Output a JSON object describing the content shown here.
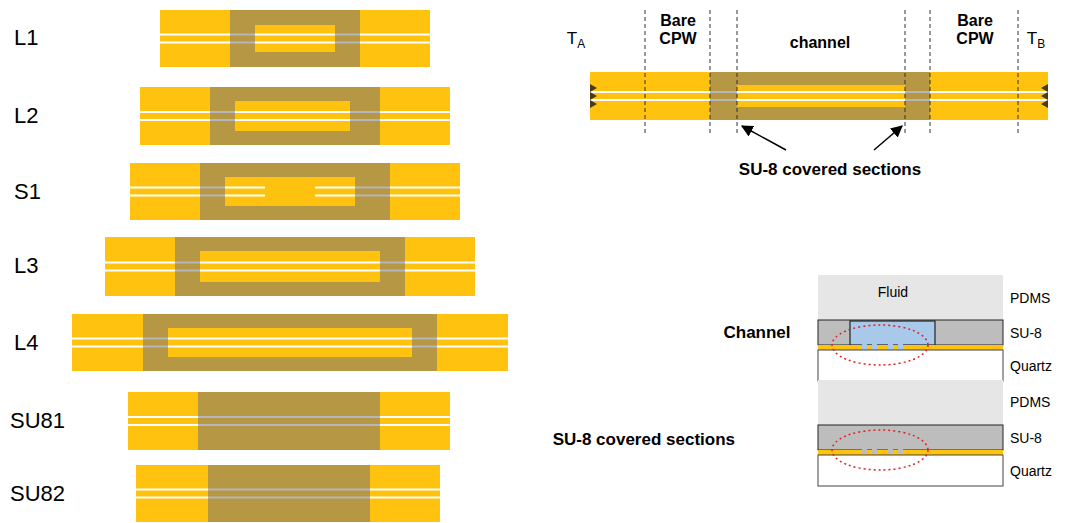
{
  "diagram": {
    "labels": [
      "L1",
      "L2",
      "S1",
      "L3",
      "L4",
      "SU81",
      "SU82",
      "TA",
      "Bare CPW",
      "channel",
      "Bare CPW",
      "TB",
      "SU-8 covered sections",
      "Fluid",
      "PDMS",
      "SU-8",
      "Quartz",
      "Channel",
      "PDMS",
      "SU-8",
      "Quartz",
      "SU-8 covered sections"
    ]
  }
}
